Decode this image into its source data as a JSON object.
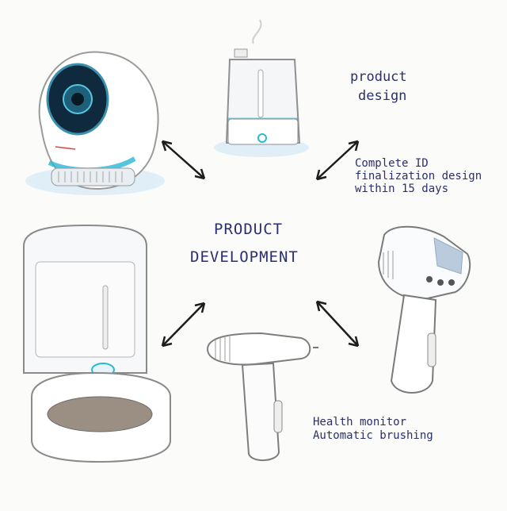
{
  "center_title": [
    "PRODUCT",
    "DEVELOPMENT"
  ],
  "note_product_design": [
    "product",
    "design"
  ],
  "note_id": [
    "Complete ID",
    "finalization design",
    "within 15 days"
  ],
  "note_brush": [
    "Health monitor",
    "Automatic brushing"
  ],
  "colors": {
    "ink": "#2a2f6e",
    "accent": "#2bb7d6",
    "sketch": "#8a8a8a",
    "arrow": "#1d1d1d"
  }
}
